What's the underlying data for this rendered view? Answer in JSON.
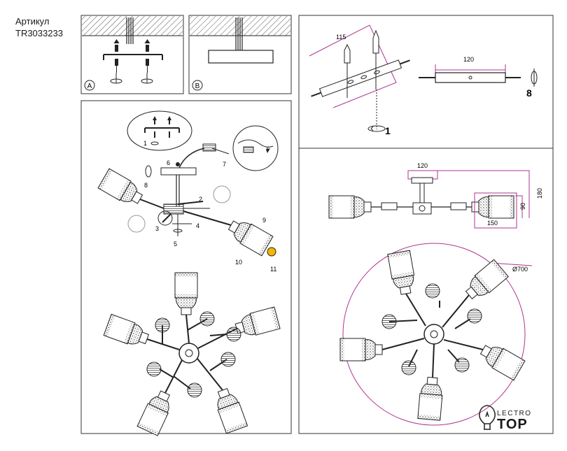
{
  "article": {
    "label": "Артикул",
    "code": "TR3033233"
  },
  "panel_labels": {
    "a": "A",
    "b": "B"
  },
  "assembly_steps": [
    "1",
    "2",
    "3",
    "4",
    "5",
    "6",
    "7",
    "8",
    "9",
    "10",
    "11"
  ],
  "mount_step": "1",
  "rotate_step": "8",
  "dimensions": {
    "bracket_span": "115",
    "canopy_length": "120",
    "canopy_width": "120",
    "height_total": "180",
    "height_shade": "90",
    "shade_length": "150",
    "diameter": "Ø700"
  },
  "brand": {
    "lectro": "LECTRO",
    "top": "TOP"
  },
  "colors": {
    "line": "#222222",
    "dimension": "#b0338f",
    "hatch": "#555555"
  }
}
